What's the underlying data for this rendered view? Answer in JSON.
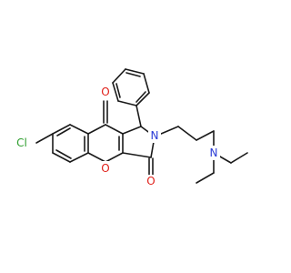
{
  "structure": {
    "atoms": {
      "cl": {
        "text": "Cl",
        "color": "#2e9e2e"
      },
      "o_carbonyl_top": {
        "text": "O",
        "color": "#e0201a"
      },
      "o_ring": {
        "text": "O",
        "color": "#e0201a"
      },
      "o_carbonyl_bottom": {
        "text": "O",
        "color": "#e0201a"
      },
      "n_lactam": {
        "text": "N",
        "color": "#2a3bd6"
      },
      "n_amine": {
        "text": "N",
        "color": "#2a3bd6"
      }
    }
  }
}
